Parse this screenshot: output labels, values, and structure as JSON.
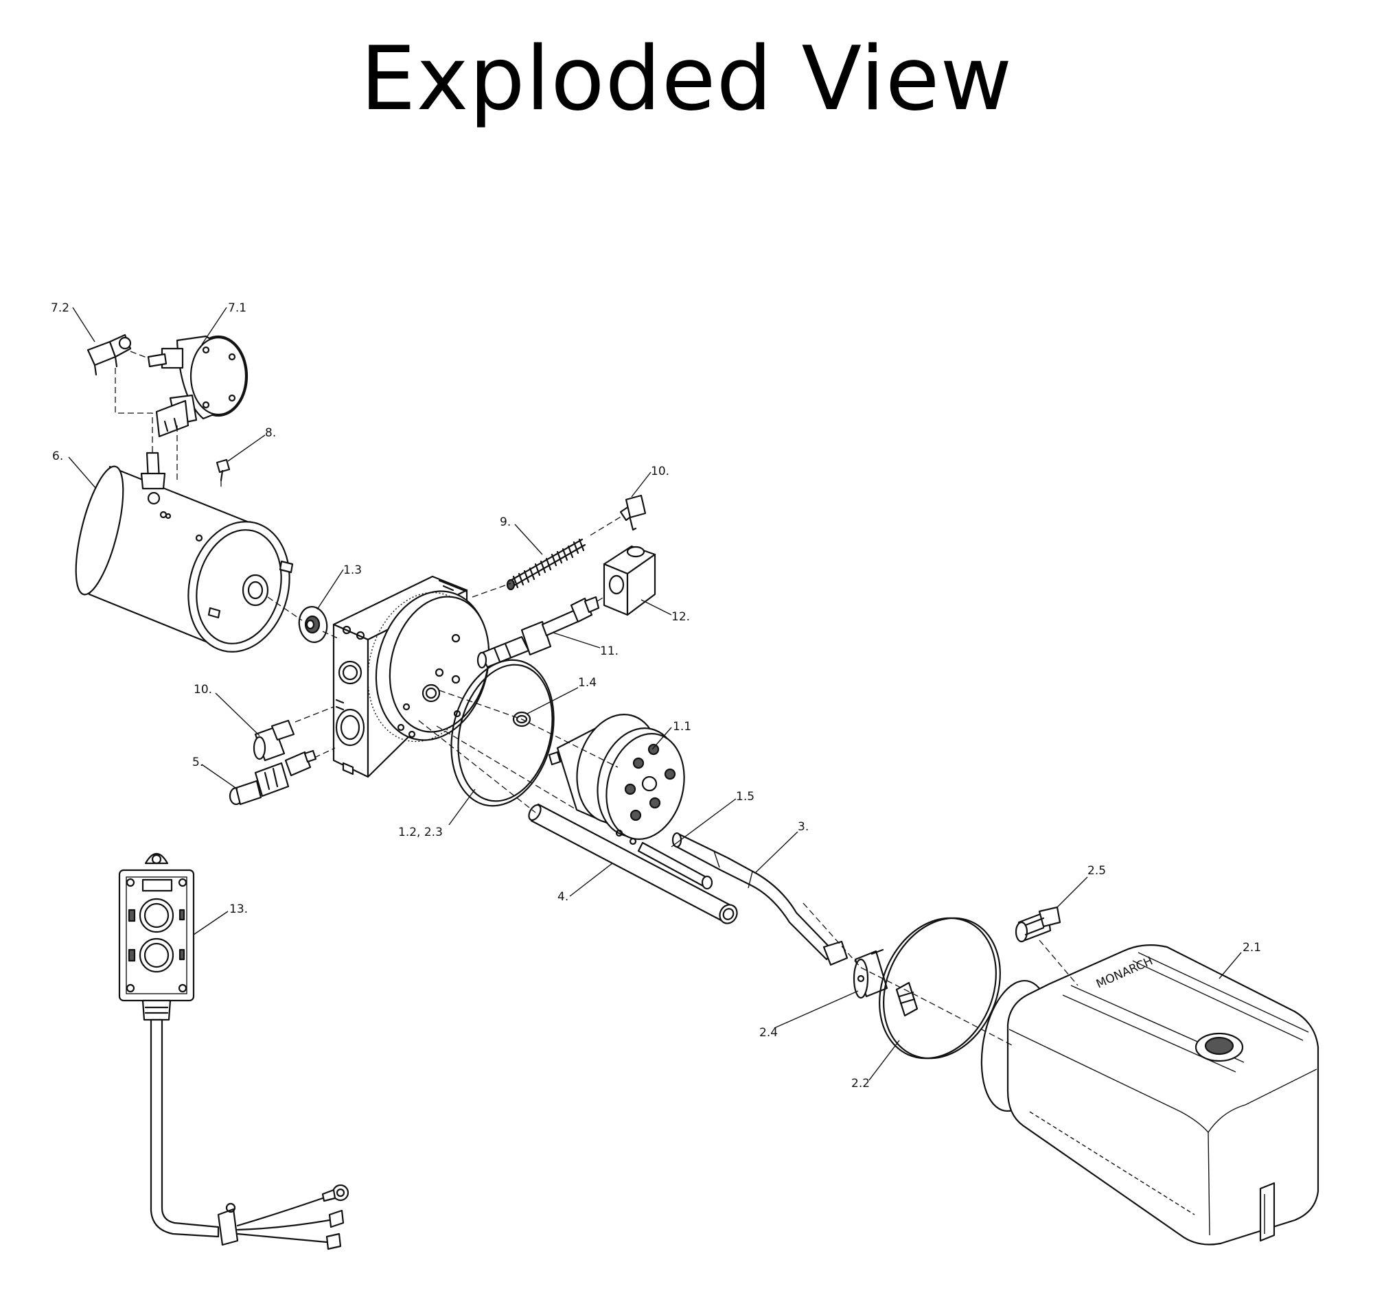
{
  "title": "Exploded View",
  "callouts": [
    {
      "id": "7.2",
      "text": "7.2"
    },
    {
      "id": "7.1",
      "text": "7.1"
    },
    {
      "id": "8",
      "text": "8."
    },
    {
      "id": "6",
      "text": "6."
    },
    {
      "id": "10a",
      "text": "10."
    },
    {
      "id": "9",
      "text": "9."
    },
    {
      "id": "1.3",
      "text": "1.3"
    },
    {
      "id": "12",
      "text": "12."
    },
    {
      "id": "11",
      "text": "11."
    },
    {
      "id": "1.4",
      "text": "1.4"
    },
    {
      "id": "10b",
      "text": "10."
    },
    {
      "id": "1.1",
      "text": "1.1"
    },
    {
      "id": "5",
      "text": "5."
    },
    {
      "id": "1.5",
      "text": "1.5"
    },
    {
      "id": "3",
      "text": "3."
    },
    {
      "id": "1.2",
      "text": "1.2, 2.3"
    },
    {
      "id": "4",
      "text": "4."
    },
    {
      "id": "2.5",
      "text": "2.5"
    },
    {
      "id": "13",
      "text": "13."
    },
    {
      "id": "2.1",
      "text": "2.1"
    },
    {
      "id": "2.4",
      "text": "2.4"
    },
    {
      "id": "2.2",
      "text": "2.2"
    }
  ],
  "tank_brand": "MONARCH"
}
